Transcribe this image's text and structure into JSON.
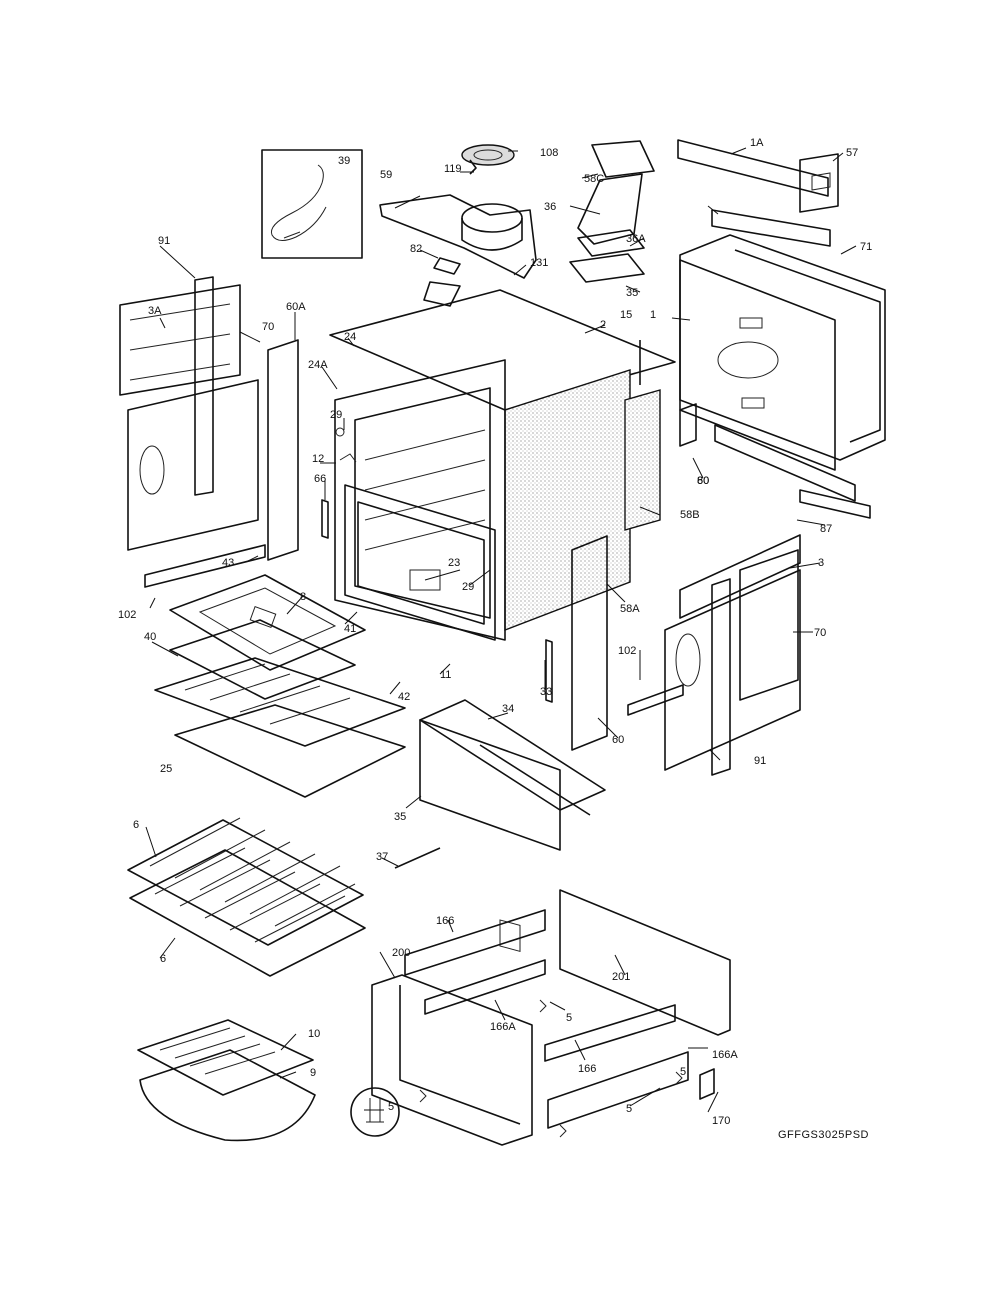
{
  "diagram_code": "GFFGS3025PSD",
  "callouts": [
    "1",
    "1A",
    "2",
    "3",
    "3A",
    "5",
    "6",
    "6",
    "8",
    "9",
    "10",
    "11",
    "12",
    "15",
    "23",
    "24",
    "24A",
    "25",
    "29",
    "29",
    "33",
    "34",
    "35",
    "35",
    "36",
    "36A",
    "37",
    "39",
    "40",
    "41",
    "42",
    "43",
    "57",
    "58A",
    "58B",
    "58C",
    "59",
    "60",
    "60",
    "60A",
    "66",
    "70",
    "70",
    "71",
    "80",
    "82",
    "87",
    "91",
    "91",
    "102",
    "102",
    "108",
    "119",
    "131",
    "166",
    "166",
    "166A",
    "166A",
    "170",
    "200",
    "201",
    "5",
    "5",
    "5"
  ]
}
